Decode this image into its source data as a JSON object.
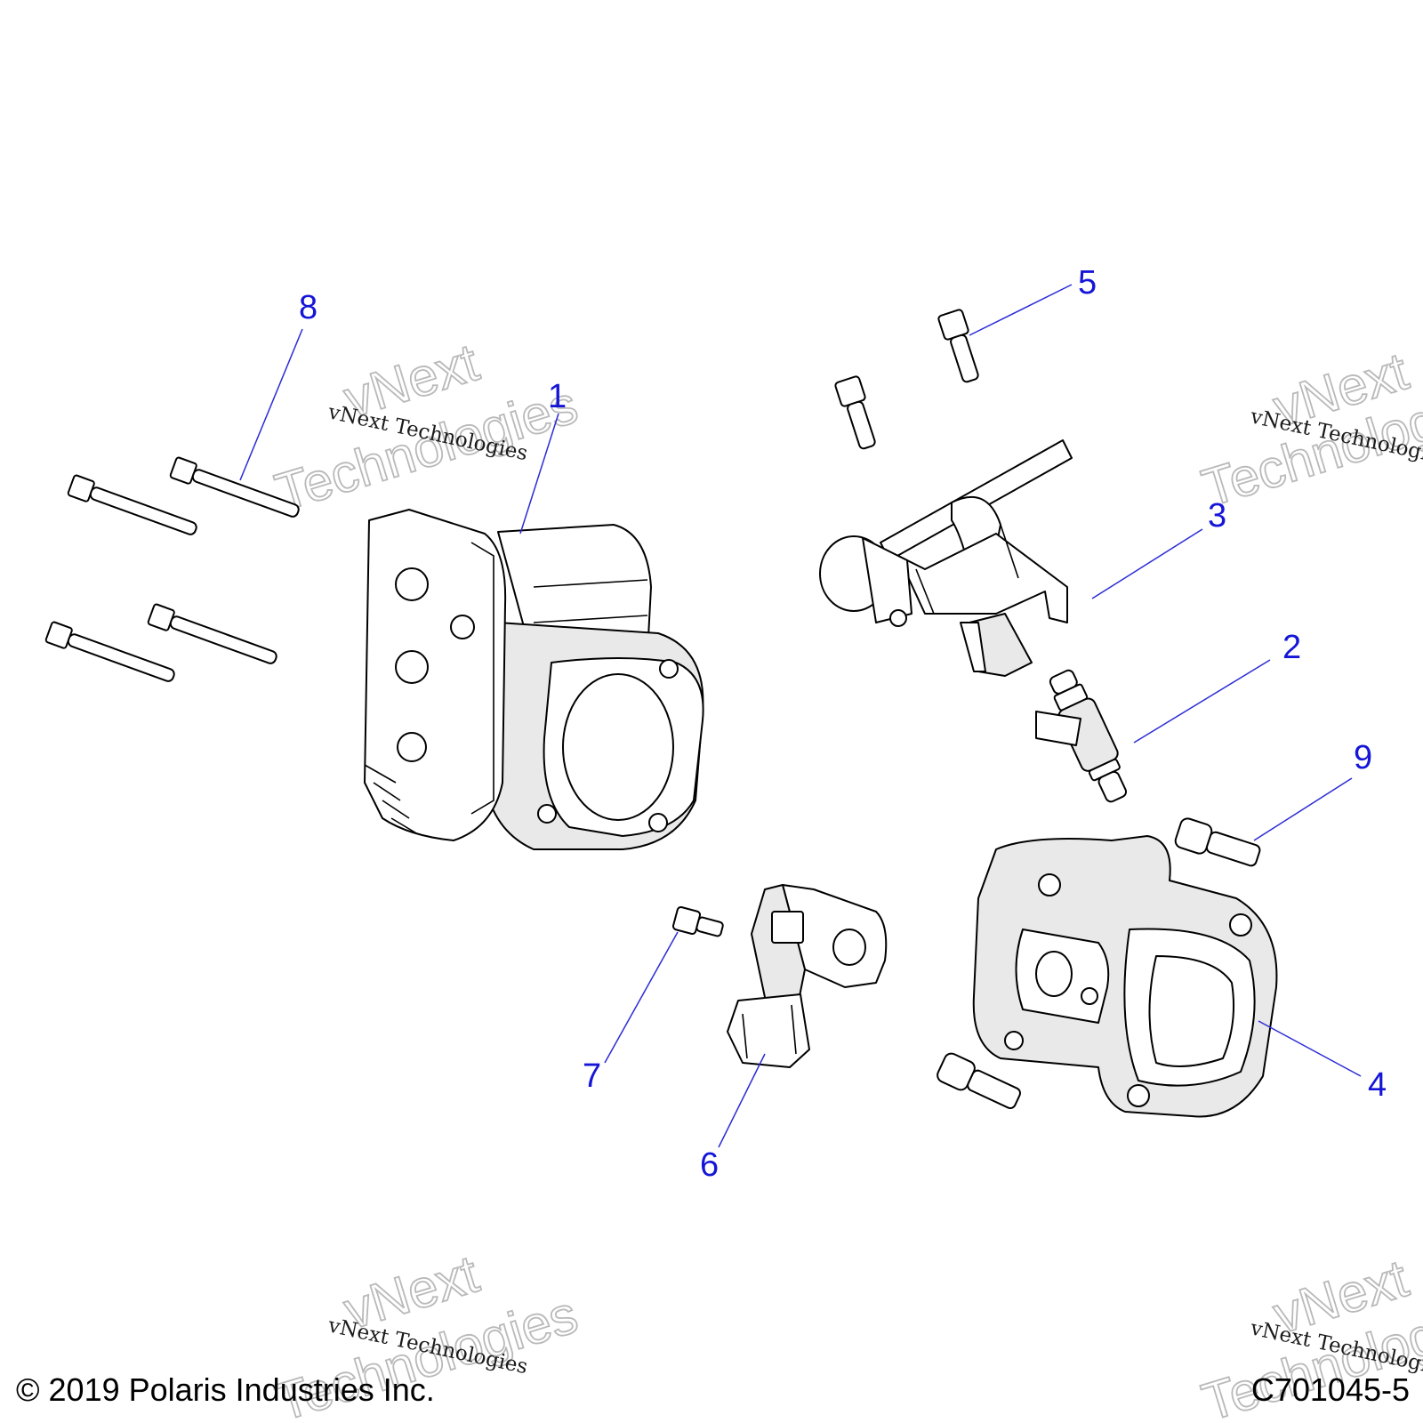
{
  "callouts": [
    "1",
    "2",
    "3",
    "4",
    "5",
    "6",
    "7",
    "8",
    "9"
  ],
  "watermark": {
    "small_text": "vNext Technologies",
    "big_line1": "vNext",
    "big_line2": "Technologies"
  },
  "footer": {
    "copyright": "© 2019 Polaris Industries Inc.",
    "drawing_number": "C701045-5"
  },
  "colors": {
    "callout": "#1515d8",
    "leader_line": "#2b2bd6",
    "line_art": "#000000",
    "background": "#ffffff"
  }
}
